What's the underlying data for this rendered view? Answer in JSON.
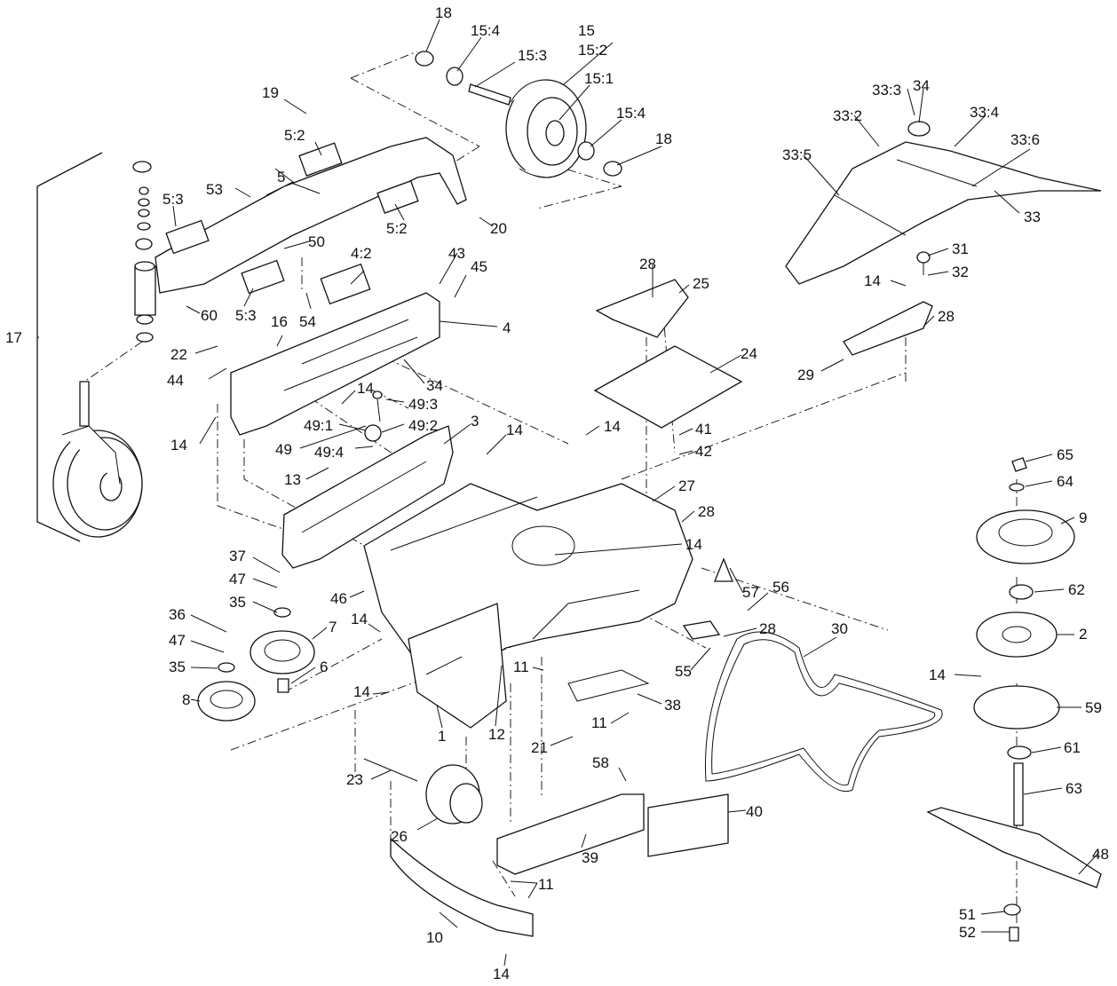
{
  "diagram": {
    "type": "exploded-parts-diagram",
    "callouts": [
      {
        "id": "c18a",
        "label": "18"
      },
      {
        "id": "c15_4a",
        "label": "15:4"
      },
      {
        "id": "c15",
        "label": "15"
      },
      {
        "id": "c15_2",
        "label": "15:2"
      },
      {
        "id": "c15_3",
        "label": "15:3"
      },
      {
        "id": "c15_1",
        "label": "15:1"
      },
      {
        "id": "c15_4b",
        "label": "15:4"
      },
      {
        "id": "c18b",
        "label": "18"
      },
      {
        "id": "c19",
        "label": "19"
      },
      {
        "id": "c5_2a",
        "label": "5:2"
      },
      {
        "id": "c5_3a",
        "label": "5:3"
      },
      {
        "id": "c53",
        "label": "53"
      },
      {
        "id": "c5",
        "label": "5"
      },
      {
        "id": "c5_2b",
        "label": "5:2"
      },
      {
        "id": "c20",
        "label": "20"
      },
      {
        "id": "c50",
        "label": "50"
      },
      {
        "id": "c60",
        "label": "60"
      },
      {
        "id": "c5_3b",
        "label": "5:3"
      },
      {
        "id": "c54",
        "label": "54"
      },
      {
        "id": "c16",
        "label": "16"
      },
      {
        "id": "c4_2",
        "label": "4:2"
      },
      {
        "id": "c43",
        "label": "43"
      },
      {
        "id": "c45",
        "label": "45"
      },
      {
        "id": "c4",
        "label": "4"
      },
      {
        "id": "c17",
        "label": "17"
      },
      {
        "id": "c22",
        "label": "22"
      },
      {
        "id": "c44",
        "label": "44"
      },
      {
        "id": "c34a",
        "label": "34"
      },
      {
        "id": "c14a",
        "label": "14"
      },
      {
        "id": "c49_3",
        "label": "49:3"
      },
      {
        "id": "c49_1",
        "label": "49:1"
      },
      {
        "id": "c49_2",
        "label": "49:2"
      },
      {
        "id": "c49",
        "label": "49"
      },
      {
        "id": "c49_4",
        "label": "49:4"
      },
      {
        "id": "c14b",
        "label": "14"
      },
      {
        "id": "c13",
        "label": "13"
      },
      {
        "id": "c3",
        "label": "3"
      },
      {
        "id": "c14c",
        "label": "14"
      },
      {
        "id": "c14d",
        "label": "14"
      },
      {
        "id": "c28a",
        "label": "28"
      },
      {
        "id": "c25",
        "label": "25"
      },
      {
        "id": "c24",
        "label": "24"
      },
      {
        "id": "c41",
        "label": "41"
      },
      {
        "id": "c42",
        "label": "42"
      },
      {
        "id": "c27",
        "label": "27"
      },
      {
        "id": "c28b",
        "label": "28"
      },
      {
        "id": "c14e",
        "label": "14"
      },
      {
        "id": "c33_3",
        "label": "33:3"
      },
      {
        "id": "c34b",
        "label": "34"
      },
      {
        "id": "c33_2",
        "label": "33:2"
      },
      {
        "id": "c33_4",
        "label": "33:4"
      },
      {
        "id": "c33_5",
        "label": "33:5"
      },
      {
        "id": "c33_6",
        "label": "33:6"
      },
      {
        "id": "c33",
        "label": "33"
      },
      {
        "id": "c31",
        "label": "31"
      },
      {
        "id": "c32",
        "label": "32"
      },
      {
        "id": "c14f",
        "label": "14"
      },
      {
        "id": "c28c",
        "label": "28"
      },
      {
        "id": "c29",
        "label": "29"
      },
      {
        "id": "c37",
        "label": "37"
      },
      {
        "id": "c47a",
        "label": "47"
      },
      {
        "id": "c35a",
        "label": "35"
      },
      {
        "id": "c46",
        "label": "46"
      },
      {
        "id": "c36",
        "label": "36"
      },
      {
        "id": "c14g",
        "label": "14"
      },
      {
        "id": "c7",
        "label": "7"
      },
      {
        "id": "c47b",
        "label": "47"
      },
      {
        "id": "c35b",
        "label": "35"
      },
      {
        "id": "c6",
        "label": "6"
      },
      {
        "id": "c8",
        "label": "8"
      },
      {
        "id": "c14h",
        "label": "14"
      },
      {
        "id": "c1",
        "label": "1"
      },
      {
        "id": "c12",
        "label": "12"
      },
      {
        "id": "c11a",
        "label": "11"
      },
      {
        "id": "c21",
        "label": "21"
      },
      {
        "id": "c11b",
        "label": "11"
      },
      {
        "id": "c38",
        "label": "38"
      },
      {
        "id": "c57",
        "label": "57"
      },
      {
        "id": "c56",
        "label": "56"
      },
      {
        "id": "c28d",
        "label": "28"
      },
      {
        "id": "c55",
        "label": "55"
      },
      {
        "id": "c30",
        "label": "30"
      },
      {
        "id": "c65",
        "label": "65"
      },
      {
        "id": "c64",
        "label": "64"
      },
      {
        "id": "c9",
        "label": "9"
      },
      {
        "id": "c62",
        "label": "62"
      },
      {
        "id": "c2",
        "label": "2"
      },
      {
        "id": "c14i",
        "label": "14"
      },
      {
        "id": "c59",
        "label": "59"
      },
      {
        "id": "c61",
        "label": "61"
      },
      {
        "id": "c63",
        "label": "63"
      },
      {
        "id": "c48",
        "label": "48"
      },
      {
        "id": "c51",
        "label": "51"
      },
      {
        "id": "c52",
        "label": "52"
      },
      {
        "id": "c23",
        "label": "23"
      },
      {
        "id": "c26",
        "label": "26"
      },
      {
        "id": "c58",
        "label": "58"
      },
      {
        "id": "c40",
        "label": "40"
      },
      {
        "id": "c39",
        "label": "39"
      },
      {
        "id": "c11c",
        "label": "11"
      },
      {
        "id": "c10",
        "label": "10"
      },
      {
        "id": "c14j",
        "label": "14"
      }
    ]
  }
}
